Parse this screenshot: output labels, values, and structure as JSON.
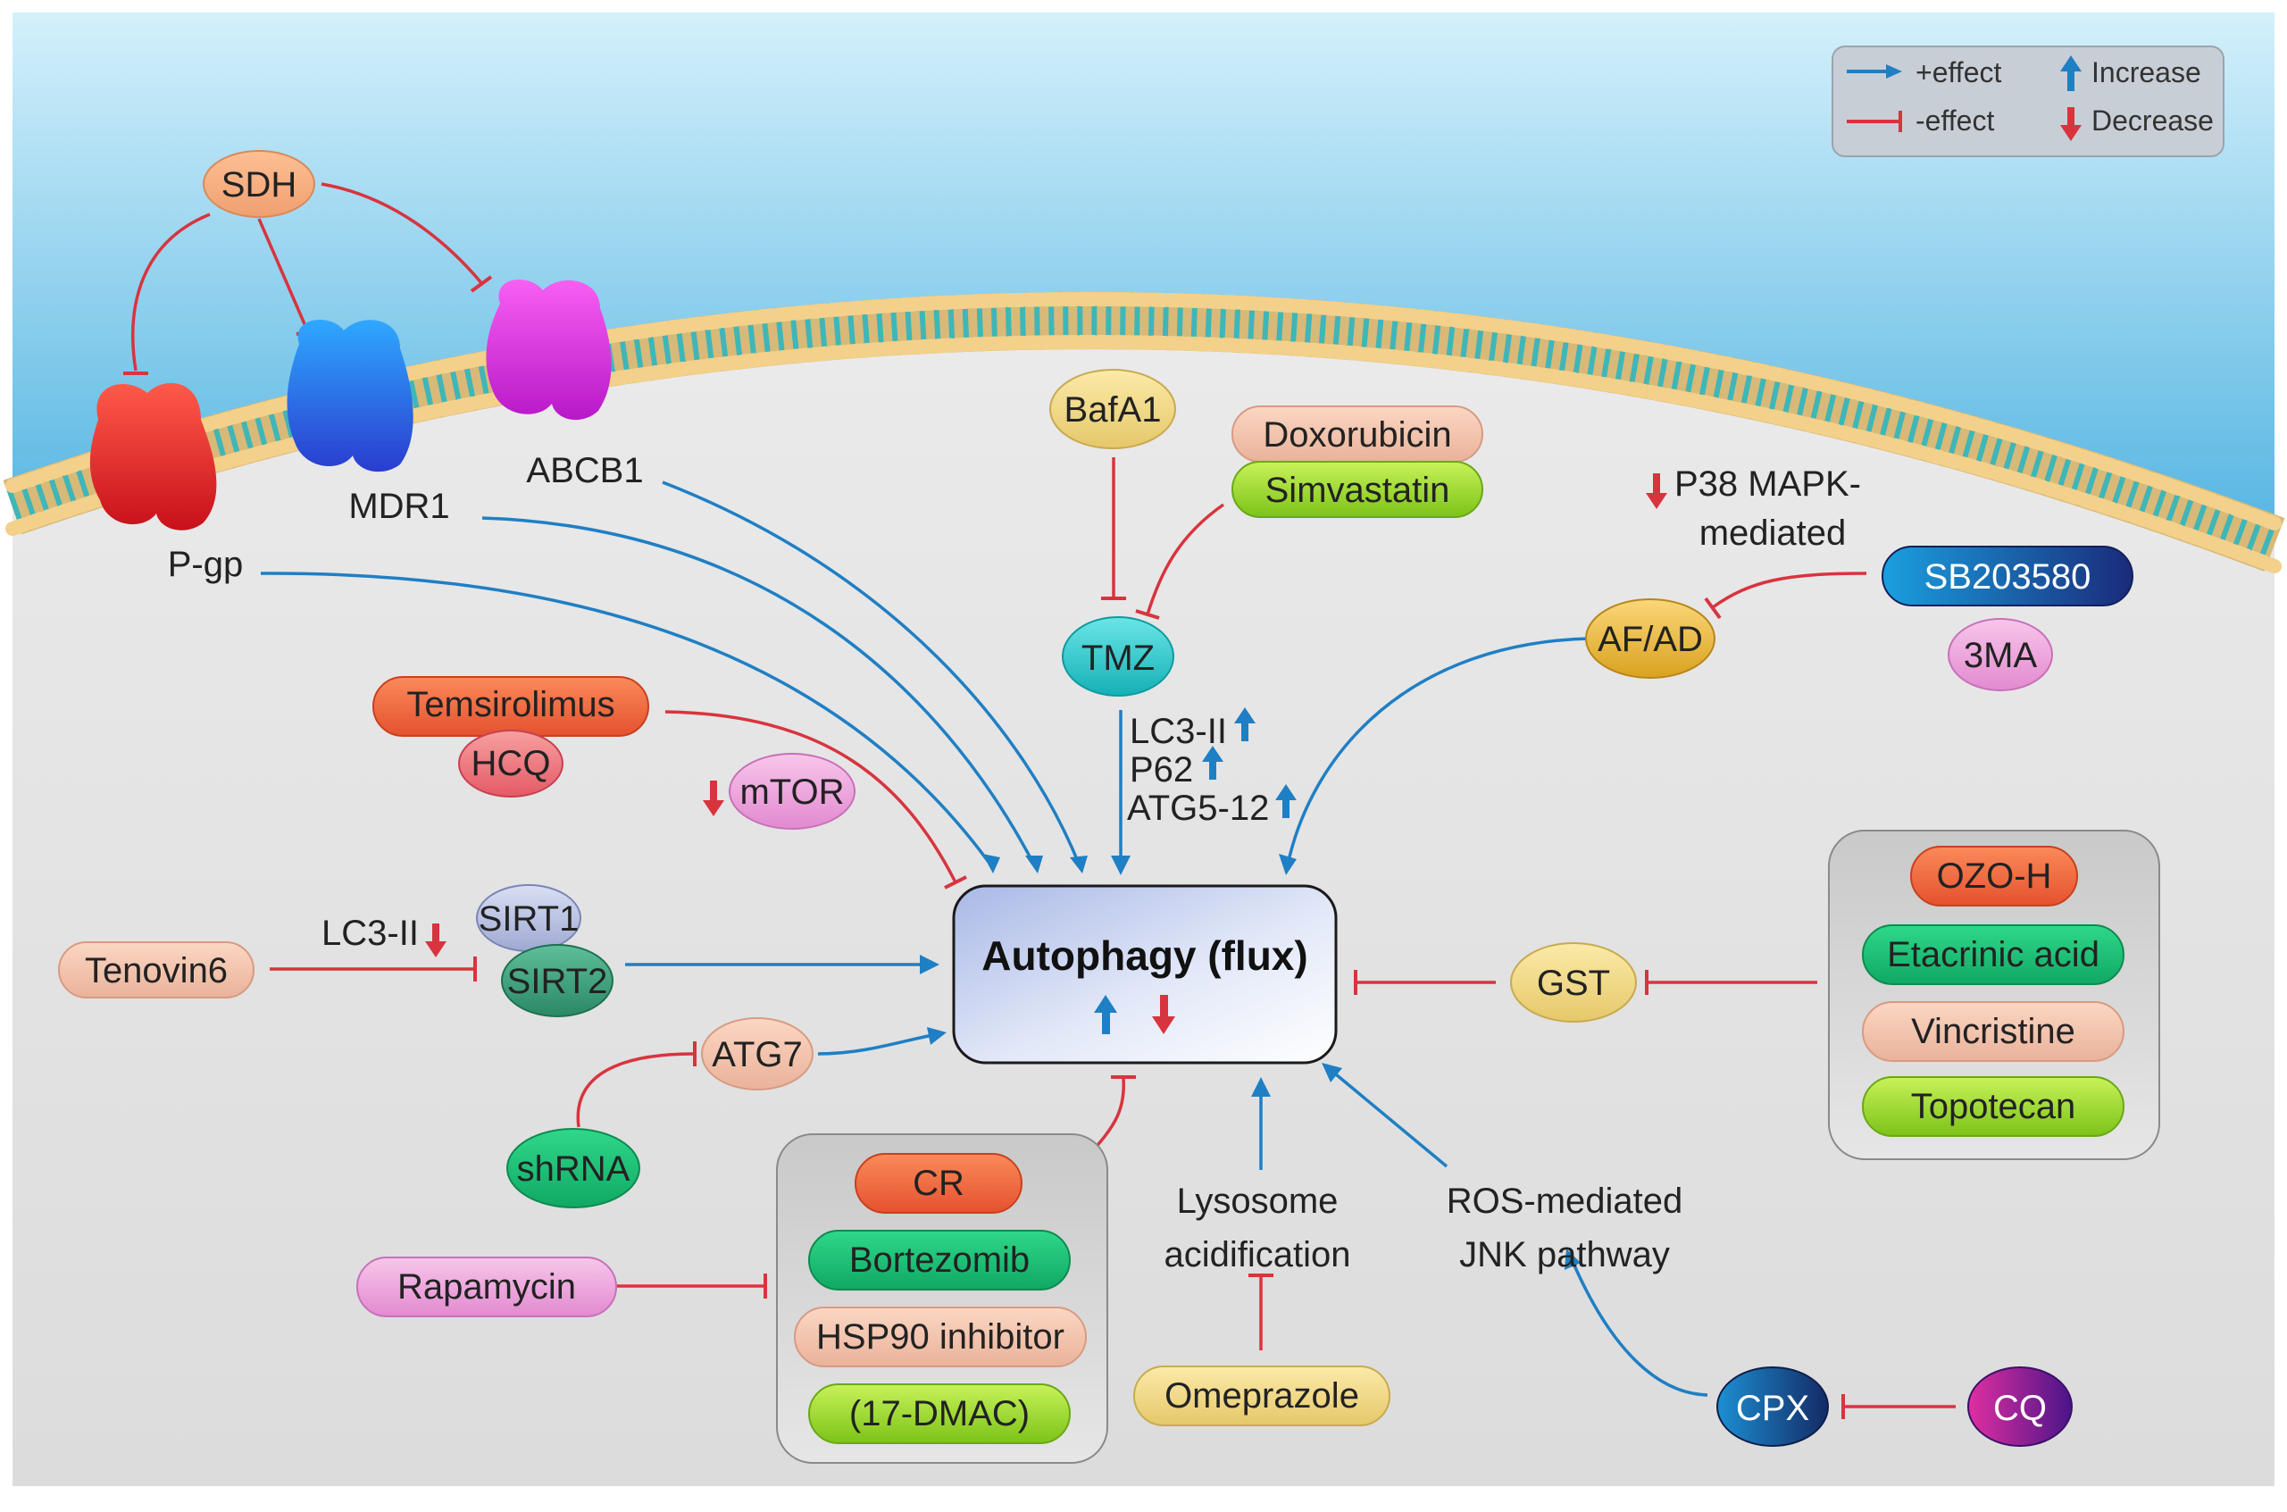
{
  "legend": {
    "plus_effect": "+effect",
    "minus_effect": "-effect",
    "increase": "Increase",
    "decrease": "Decrease"
  },
  "membrane_proteins": {
    "sdh": "SDH",
    "pgp": "P-gp",
    "mdr1": "MDR1",
    "abcb1": "ABCB1"
  },
  "center": {
    "title": "Autophagy (flux)"
  },
  "top": {
    "bafa1": "BafA1",
    "doxorubicin": "Doxorubicin",
    "simvastatin": "Simvastatin",
    "tmz": "TMZ",
    "markers": [
      "LC3-II",
      "P62",
      "ATG5-12"
    ]
  },
  "right_top": {
    "p38_line1": "P38 MAPK-",
    "p38_line2": "mediated",
    "sb203580": "SB203580",
    "af_ad": "AF/AD",
    "three_ma": "3MA"
  },
  "left": {
    "temsirolimus": "Temsirolimus",
    "hcq": "HCQ",
    "mtor": "mTOR",
    "tenovin6": "Tenovin6",
    "lc3_ii": "LC3-II",
    "sirt1": "SIRT1",
    "sirt2": "SIRT2",
    "atg7": "ATG7",
    "shrna": "shRNA"
  },
  "right_box": {
    "gst": "GST",
    "items": [
      "OZO-H",
      "Etacrinic acid",
      "Vincristine",
      "Topotecan"
    ]
  },
  "bottom": {
    "box_items": [
      "CR",
      "Bortezomib",
      "HSP90 inhibitor",
      "(17-DMAC)"
    ],
    "rapamycin": "Rapamycin",
    "lysosome_line1": "Lysosome",
    "lysosome_line2": "acidification",
    "omeprazole": "Omeprazole",
    "ros_line1": "ROS-mediated",
    "ros_line2": "JNK pathway",
    "cpx": "CPX",
    "cq": "CQ"
  },
  "colors": {
    "activate": "#1f7fc4",
    "inhibit": "#d8343e",
    "sky_top": "#c6e9f8",
    "sky_bottom": "#5bb8e3",
    "cytoplasm": "#e6e6e6"
  }
}
